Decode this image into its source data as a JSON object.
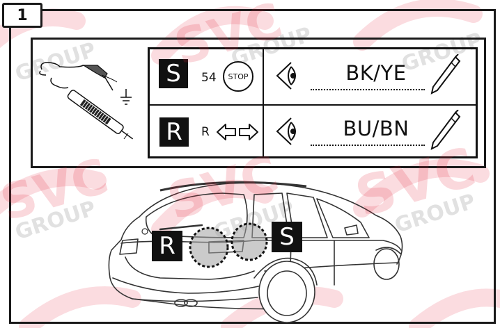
{
  "step": {
    "number": "1"
  },
  "rows": [
    {
      "letter": "S",
      "pin": "54",
      "symbol_text": "STOP",
      "wire_color": "BK/YE"
    },
    {
      "letter": "R",
      "pin": "R",
      "wire_color": "BU/BN"
    }
  ],
  "car_labels": {
    "left": "R",
    "right": "S"
  },
  "watermark": {
    "brand": "SVC",
    "group": "GROUP"
  },
  "colors": {
    "ink": "#111111",
    "watermark_red": "#e6283c",
    "watermark_gray": "#9a9a9a"
  },
  "icons": [
    "circuit-tester-icon",
    "ground-icon",
    "stop-sign-icon",
    "indicator-arrows-icon",
    "eye-icon",
    "pen-icon"
  ]
}
